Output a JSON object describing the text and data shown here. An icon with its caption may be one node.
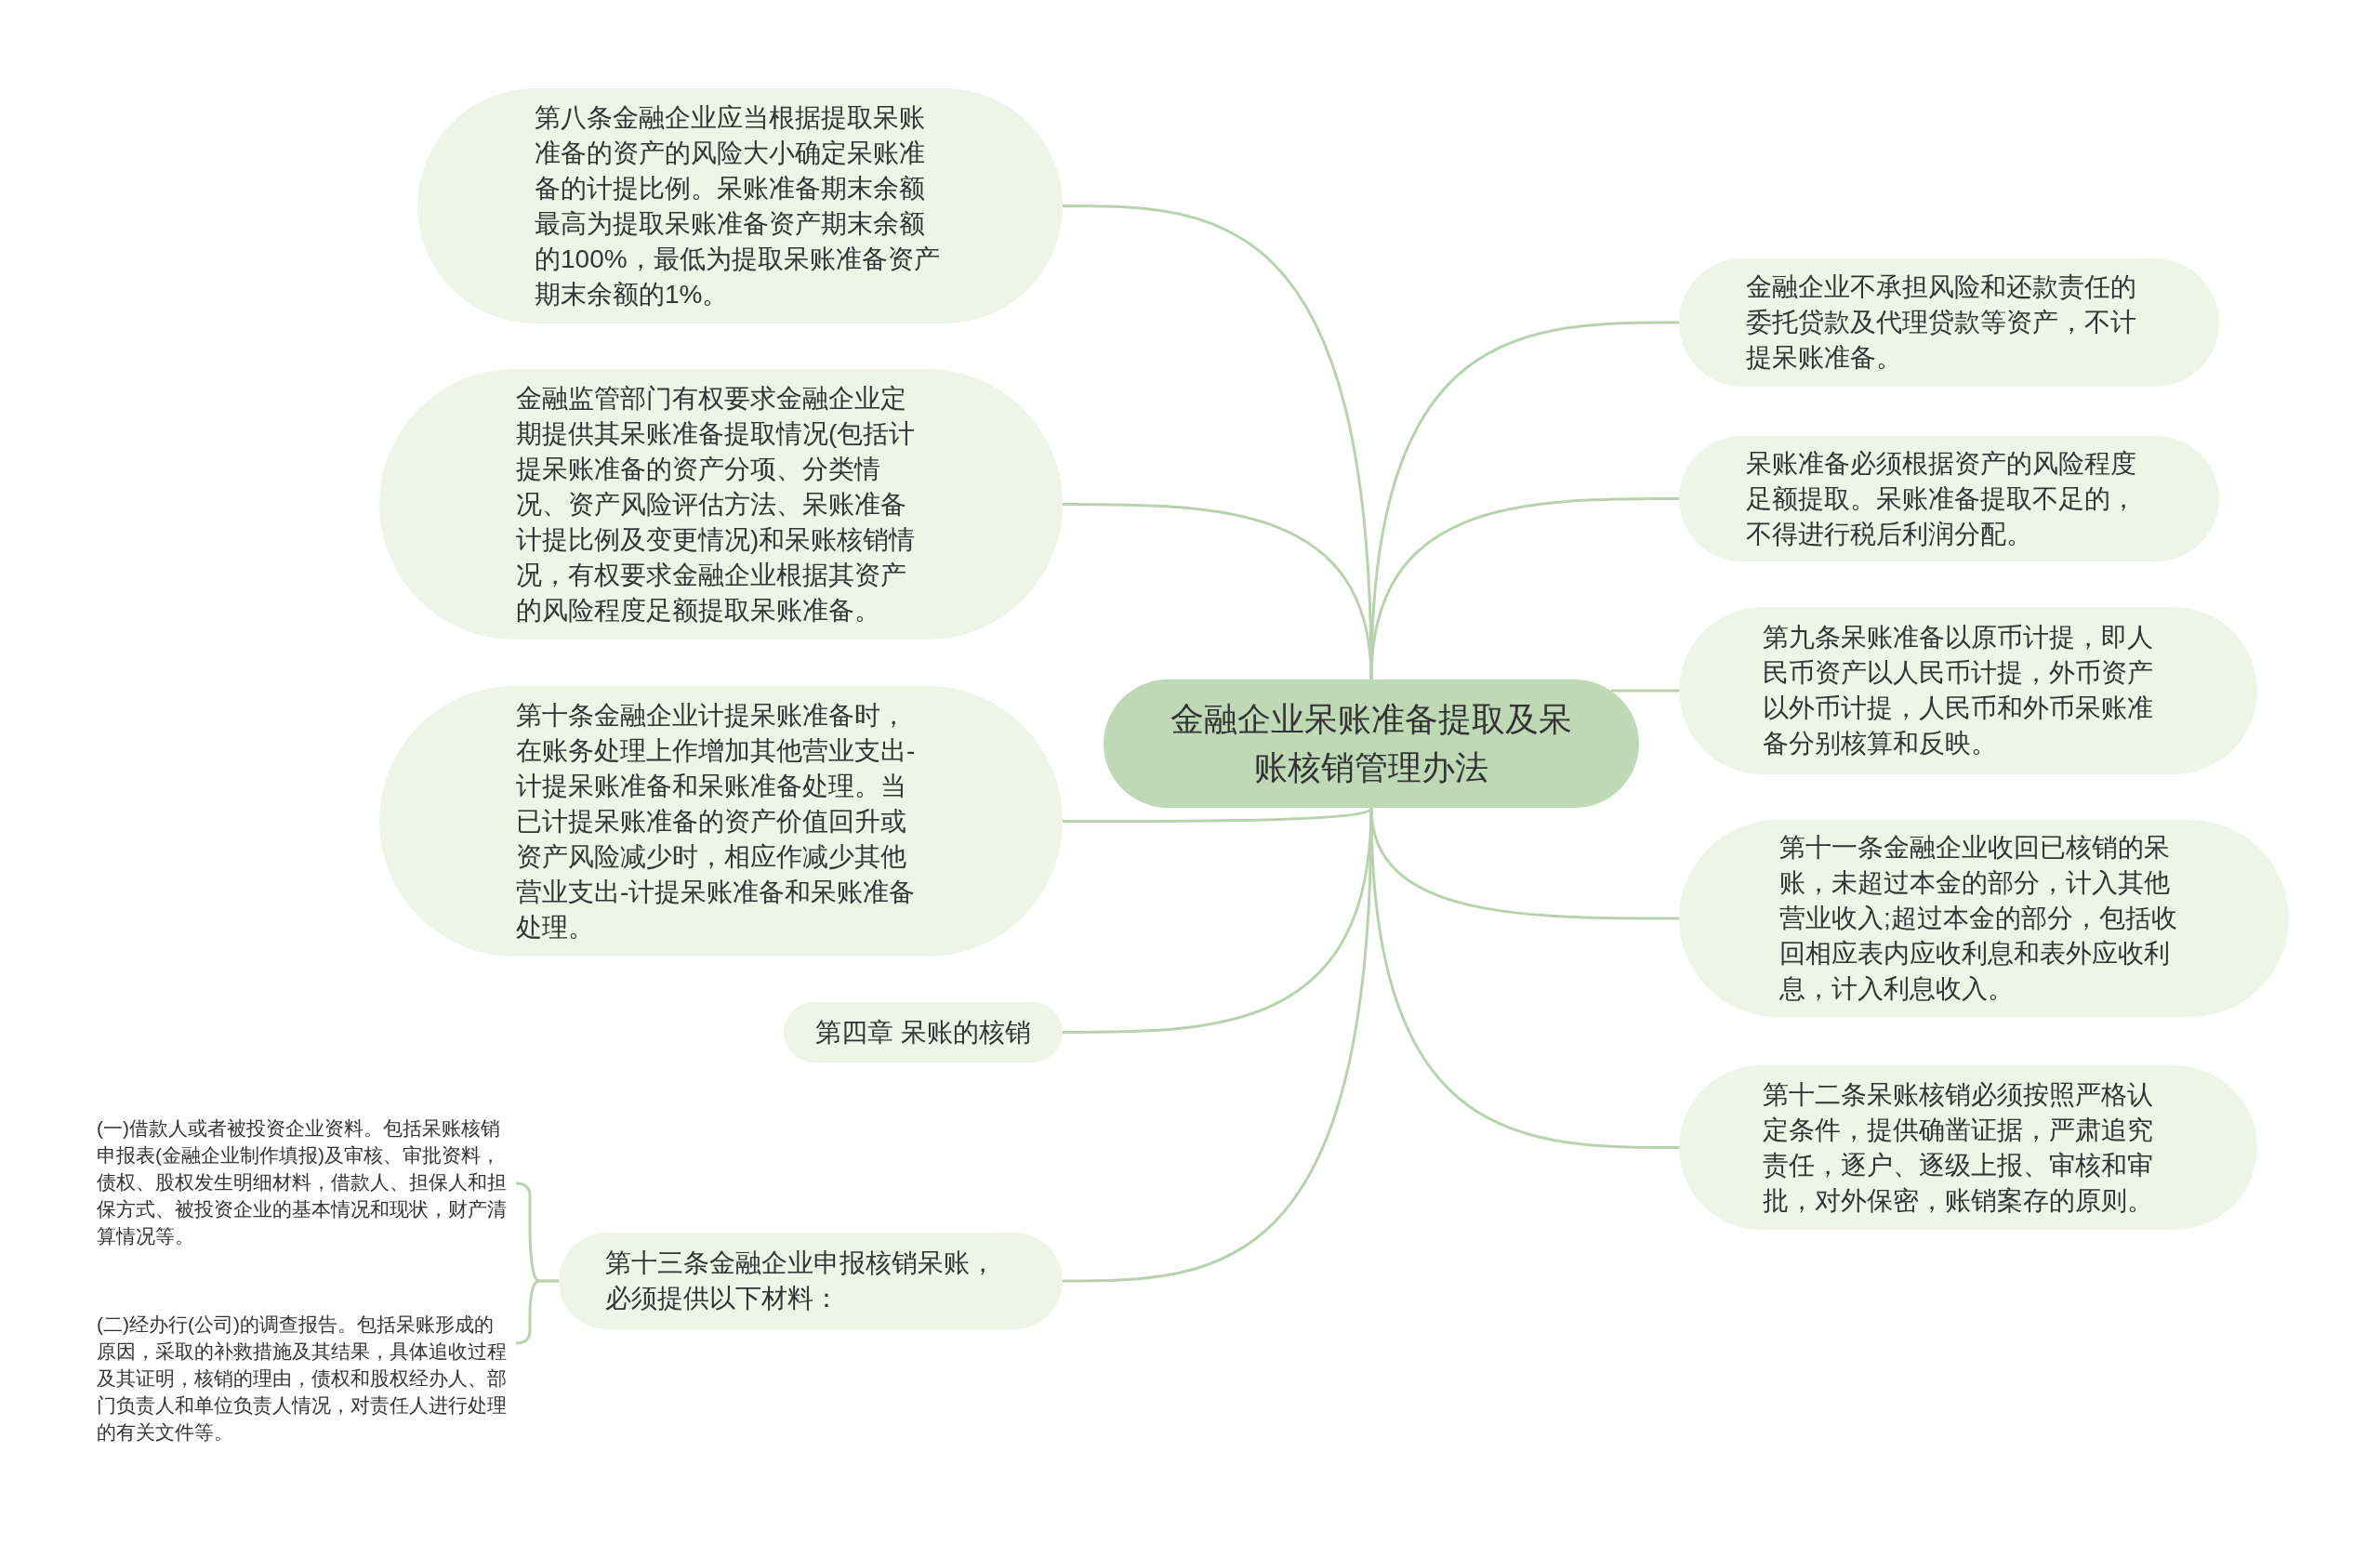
{
  "diagram": {
    "nodes": [
      {
        "text": [
          "金融企业呆账准备提取及呆账核销管理办法"
        ]
      },
      {
        "text": [
          "第八条金融企业应当根据提取呆账准备的资产的风险大小确定呆账准备的计提比例。呆账准备期末余额最高为提取呆账准备资产期末余额的100%，最低为提取呆账准备资产期末余额的1%。"
        ]
      },
      {
        "text": [
          "金融监管部门有权要求金融企业定期提供其呆账准备提取情况(包括计提呆账准备的资产分项、分类情况、资产风险评估方法、呆账准备计提比例及变更情况)和呆账核销情况，有权要求金融企业根据其资产的风险程度足额提取呆账准备。"
        ]
      },
      {
        "text": [
          "第十条金融企业计提呆账准备时，在账务处理上作增加其他营业支出-计提呆账准备和呆账准备处理。当已计提呆账准备的资产价值回升或资产风险减少时，相应作减少其他营业支出-计提呆账准备和呆账准备处理。"
        ]
      },
      {
        "text": [
          "第四章 呆账的核销"
        ]
      },
      {
        "text": [
          "第十三条金融企业申报核销呆账，必须提供以下材料："
        ]
      },
      {
        "text": [
          "(一)借款人或者被投资企业资料。包括呆账核销申报表(金融企业制作填报)及审核、审批资料，债权、股权发生明细材料，借款人、担保人和担保方式、被投资企业的基本情况和现状，财产清算情况等。"
        ]
      },
      {
        "text": [
          "(二)经办行(公司)的调查报告。包括呆账形成的原因，采取的补救措施及其结果，具体追收过程及其证明，核销的理由，债权和股权经办人、部门负责人和单位负责人情况，对责任人进行处理的有关文件等。"
        ]
      },
      {
        "text": [
          "金融企业不承担风险和还款责任的委托贷款及代理贷款等资产，不计提呆账准备。"
        ]
      },
      {
        "text": [
          "呆账准备必须根据资产的风险程度足额提取。呆账准备提取不足的，不得进行税后利润分配。"
        ]
      },
      {
        "text": [
          "第九条呆账准备以原币计提，即人民币资产以人民币计提，外币资产以外币计提，人民币和外币呆账准备分别核算和反映。"
        ]
      },
      {
        "text": [
          "第十一条金融企业收回已核销的呆账，未超过本金的部分，计入其他营业收入;超过本金的部分，包括收回相应表内应收利息和表外应收利息，计入利息收入。"
        ]
      },
      {
        "text": [
          "第十二条呆账核销必须按照严格认定条件，提供确凿证据，严肃追究责任，逐户、逐级上报、审核和审批，对外保密，账销案存的原则。"
        ]
      }
    ],
    "edges": [
      {
        "from": 0,
        "to": 1,
        "arrow": "none"
      },
      {
        "from": 0,
        "to": 2,
        "arrow": "none"
      },
      {
        "from": 0,
        "to": 3,
        "arrow": "none"
      },
      {
        "from": 0,
        "to": 4,
        "arrow": "none"
      },
      {
        "from": 0,
        "to": 5,
        "arrow": "none"
      },
      {
        "from": 5,
        "to": 6,
        "arrow": "none"
      },
      {
        "from": 5,
        "to": 7,
        "arrow": "none"
      },
      {
        "from": 0,
        "to": 8,
        "arrow": "none"
      },
      {
        "from": 0,
        "to": 9,
        "arrow": "none"
      },
      {
        "from": 0,
        "to": 10,
        "arrow": "none"
      },
      {
        "from": 0,
        "to": 11,
        "arrow": "none"
      },
      {
        "from": 0,
        "to": 12,
        "arrow": "none"
      }
    ]
  }
}
